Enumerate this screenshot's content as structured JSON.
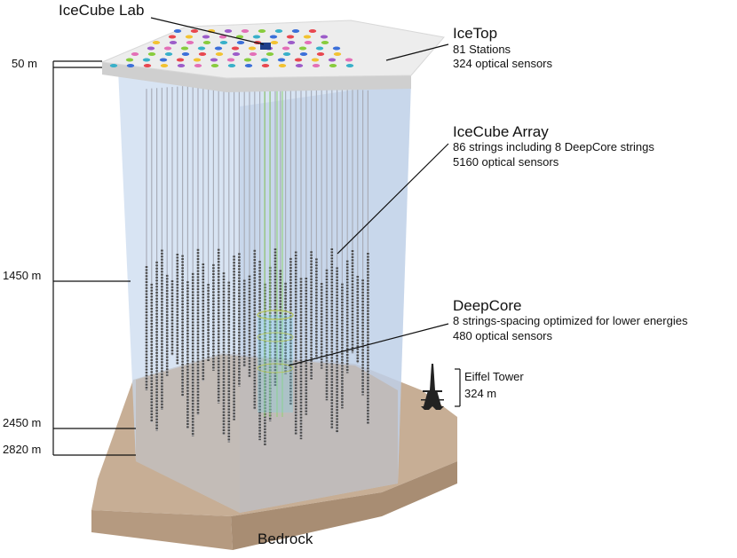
{
  "labels": {
    "lab": "IceCube Lab",
    "icetop": {
      "title": "IceTop",
      "line1": "81 Stations",
      "line2": "324 optical sensors"
    },
    "array": {
      "title": "IceCube Array",
      "line1": "86 strings including 8 DeepCore strings",
      "line2": "5160 optical sensors"
    },
    "deepcore": {
      "title": "DeepCore",
      "line1": "8 strings-spacing optimized for lower energies",
      "line2": "480 optical sensors"
    },
    "eiffel": {
      "line1": "Eiffel Tower",
      "line2": "324 m"
    },
    "bedrock": "Bedrock"
  },
  "depths": [
    "50 m",
    "1450 m",
    "2450 m",
    "2820 m"
  ],
  "colors": {
    "surface": "#ededed",
    "ice_volume": "#c9d9ee",
    "bedrock": "#c7ae95",
    "bedrock_dark": "#a88d73",
    "string": "#a9adb8",
    "sensor": "#4a4a4a",
    "deepcore_string": "#8fd46b",
    "station_colors": [
      "#3b6fd9",
      "#e8474f",
      "#f2c230",
      "#9c5cc9",
      "#e36fb7",
      "#88cc3d",
      "#38b0c9"
    ]
  }
}
